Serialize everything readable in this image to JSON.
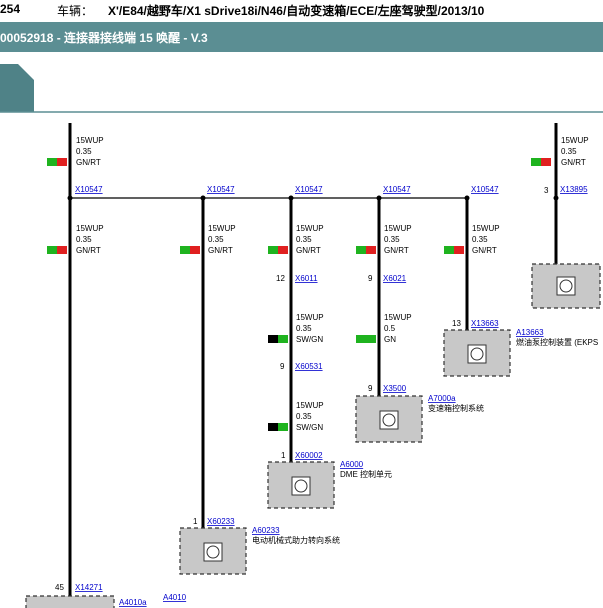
{
  "header": {
    "number": "254",
    "vehicle_label": "车辆：",
    "vehicle_value": "X'/E84/越野车/X1 sDrive18i/N46/自动变速箱/ECE/左座驾驶型/2013/10"
  },
  "title": "00052918 - 连接器接线端 15 唤醒 - V.3",
  "colors": {
    "title_bar": "#5b8e93",
    "tab": "#4f8287",
    "wire": "#000000",
    "box_fill": "#c8c8c8",
    "link": "#0000cc",
    "green": "#1fb31f",
    "red": "#e02020"
  },
  "icons": [
    "wire-color-gnrt-icon",
    "wire-color-swgn-icon",
    "wire-color-gn-icon",
    "control-unit-icon"
  ],
  "diagram": {
    "top_wire": {
      "name": "15WUP",
      "size": "0.35",
      "color": "GN/RT"
    },
    "x10547": "X10547",
    "x13895": "X13895",
    "pin3": "3",
    "drop_wire": {
      "name": "15WUP",
      "size": "0.35",
      "color": "GN/RT"
    },
    "x6011": "X6011",
    "pin12": "12",
    "x6021": "X6021",
    "pin9a": "9",
    "x13663": "X13663",
    "pin13": "13",
    "a13663": "A13663",
    "a13663_desc": "燃油泵控制装置 (EKPS",
    "wire_swgn": {
      "name": "15WUP",
      "size": "0.35",
      "color": "SW/GN"
    },
    "wire_gn": {
      "name": "15WUP",
      "size": "0.5",
      "color": "GN"
    },
    "x60531": "X60531",
    "pin9b": "9",
    "x3500": "X3500",
    "pin9c": "9",
    "a7000a": "A7000a",
    "a7000a_desc": "变速箱控制系统",
    "x60002": "X60002",
    "pin1a": "1",
    "a6000": "A6000",
    "a6000_desc": "DME 控制单元",
    "x60233": "X60233",
    "pin1b": "1",
    "a60233": "A60233",
    "a60233_desc": "电动机械式助力转向系统",
    "x14271": "X14271",
    "pin45": "45",
    "a4010a": "A4010a",
    "a4010": "A4010"
  }
}
